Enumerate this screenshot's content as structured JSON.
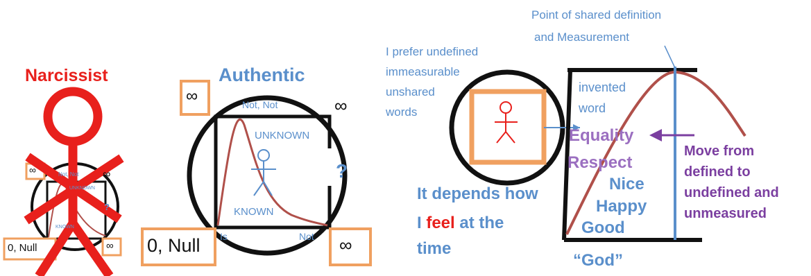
{
  "narcissist": {
    "title": "Narcissist",
    "infinity_small_left": "∞",
    "infinity_small_right": "∞",
    "infinity_small_bottom": "∞",
    "null_label": "0, Null",
    "not_not": "Not, Not",
    "unknown": "UNKNOWN",
    "known": "KNOWN",
    "question": "?"
  },
  "authentic": {
    "title": "Authentic",
    "infinity_top_left": "∞",
    "infinity_top_right": "∞",
    "infinity_bottom_right": "∞",
    "not_not": "Not, Not",
    "unknown": "UNKNOWN",
    "known": "KNOWN",
    "question": "?",
    "null_label": "0, Null",
    "is_label": "Is",
    "not_label": "Not"
  },
  "right_panel": {
    "shared_definition_line1": "Point of shared definition",
    "shared_definition_line2": "and Measurement",
    "prefer_lines": [
      "I prefer undefined",
      "immeasurable",
      "unshared",
      "words"
    ],
    "invented_line1": "invented",
    "invented_line2": "word",
    "words": [
      "Equality",
      "Respect",
      "Nice",
      "Happy",
      "Good"
    ],
    "god": "“God”",
    "depends_line1": "It depends how",
    "depends_line2_pre": "I ",
    "depends_line2_feel": "feel",
    "depends_line2_post": " at the",
    "depends_line3": "time",
    "move_lines": [
      "Move from",
      "defined to",
      "undefined and",
      "unmeasured"
    ]
  },
  "colors": {
    "red": "#e8201c",
    "blue": "#5a8fcb",
    "orange": "#f0a060",
    "purple": "#7b3fa0",
    "curve": "#b0504a",
    "black": "#111111"
  }
}
